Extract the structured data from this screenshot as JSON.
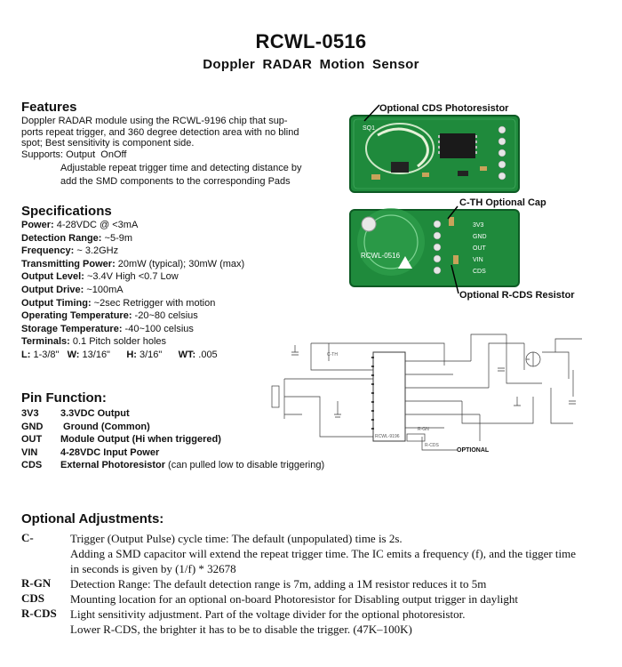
{
  "header": {
    "title": "RCWL-0516",
    "subtitle": "Doppler RADAR Motion Sensor"
  },
  "features": {
    "heading": "Features",
    "lines": [
      "Doppler RADAR module using the RCWL-9196 chip that sup-",
      "ports repeat trigger, and 360 degree detection area with no blind",
      "spot; Best sensitivity is component side."
    ],
    "supports_label": "Supports:",
    "supports_value": "Output  OnOff",
    "indented_lines": [
      "Adjustable repeat trigger time and detecting distance by",
      "add the SMD components to the corresponding Pads"
    ]
  },
  "specs": {
    "heading": "Specifications",
    "rows": [
      {
        "label": "Power:",
        "value": " 4-28VDC @ <3mA"
      },
      {
        "label": "Detection Range:",
        "value": " ~5-9m"
      },
      {
        "label": "Frequency:",
        "value": " ~ 3.2GHz"
      },
      {
        "label": "Transmitting Power:",
        "value": " 20mW (typical); 30mW (max)"
      },
      {
        "label": "Output Level:",
        "value": " ~3.4V High <0.7 Low"
      },
      {
        "label": "Output Drive:",
        "value": " ~100mA"
      },
      {
        "label": "Output Timing:",
        "value": " ~2sec Retrigger with motion"
      },
      {
        "label": "Operating Temperature:",
        "value": " -20~80 celsius"
      },
      {
        "label": "Storage Temperature:",
        "value": " -40~100 celsius"
      },
      {
        "label": "Terminals:",
        "value": " 0.1 Pitch solder holes"
      }
    ],
    "dims": {
      "l_label": "L:",
      "l_value": "1-3/8\"",
      "w_label": "W:",
      "w_value": "13/16\"",
      "h_label": "H:",
      "h_value": "3/16\"",
      "wt_label": "WT:",
      "wt_value": ".005"
    }
  },
  "pins": {
    "heading": "Pin Function:",
    "rows": [
      {
        "pin": "3V3",
        "desc": "3.3VDC Output",
        "note": ""
      },
      {
        "pin": "GND",
        "desc": " Ground (Common)",
        "note": ""
      },
      {
        "pin": "OUT",
        "desc": "Module Output (Hi when triggered)",
        "note": ""
      },
      {
        "pin": "VIN",
        "desc": "4-28VDC Input Power",
        "note": ""
      },
      {
        "pin": "CDS",
        "desc": "External Photoresistor",
        "note": " (can pulled low to disable triggering)"
      }
    ]
  },
  "board": {
    "label_cds": "Optional CDS Photoresistor",
    "label_cth": "C-TH Optional Cap",
    "label_rcds": "Optional R-CDS Resistor",
    "silk_top": "SQ1",
    "silk_model": "RCWL-0516",
    "silk_pins": [
      "3V3",
      "GND",
      "OUT",
      "VIN",
      "CDS"
    ],
    "pcb_color": "#1f8a3c"
  },
  "schematic": {
    "optional_label": "OPTIONAL",
    "cth_label": "C-TH",
    "rgn_label": "R-GN",
    "rcds_label": "R-CDS",
    "chip_label": "RCWL-9196"
  },
  "adjustments": {
    "heading": "Optional Adjustments:",
    "rows": [
      {
        "label": "C-",
        "lines": [
          "Trigger (Output Pulse) cycle time: The default (unpopulated) time is 2s.",
          "Adding a SMD capacitor will extend the repeat trigger time. The IC emits a frequency (f), and the tigger time",
          "in seconds is given by (1/f) * 32678"
        ]
      },
      {
        "label": "R-GN",
        "lines": [
          "Detection Range: The default detection range is 7m, adding a 1M resistor reduces it to 5m"
        ]
      },
      {
        "label": "CDS",
        "lines": [
          "Mounting location for an optional on-board Photoresistor for Disabling output trigger in daylight"
        ]
      },
      {
        "label": "R-CDS",
        "lines": [
          "Light sensitivity adjustment. Part of the voltage divider for the optional photoresistor.",
          "Lower R-CDS, the brighter it has to be to disable the trigger.  (47K–100K)"
        ]
      }
    ]
  }
}
